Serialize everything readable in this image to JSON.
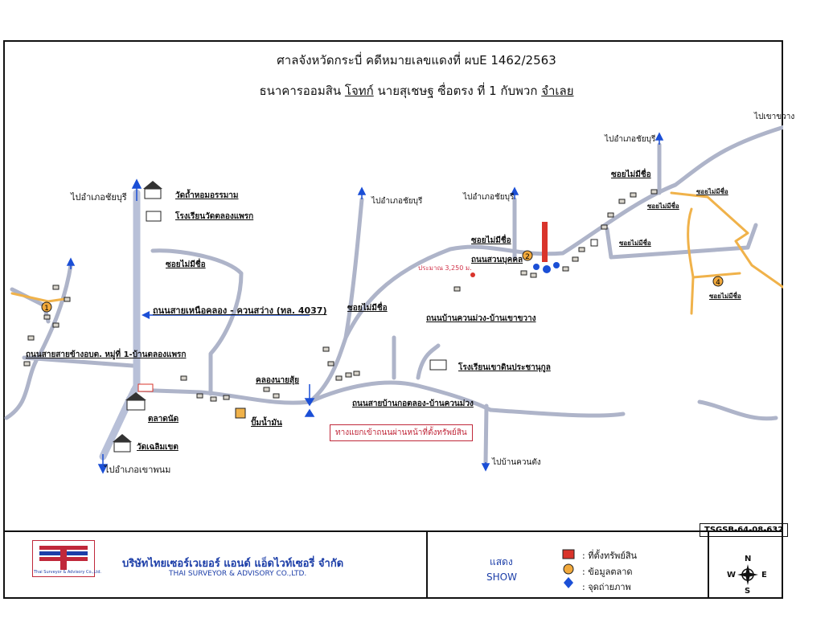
{
  "header": {
    "line1": "ศาลจังหวัดกระบี่ คดีหมายเลขแดงที่ ผบE 1462/2563",
    "line2_a": "ธนาคารออมสิน",
    "line2_b": "โจทก์",
    "line2_c": "นายสุเชษฐ ซื่อตรง ที่ 1 กับพวก",
    "line2_d": "จำเลย"
  },
  "labels": {
    "to_chaiburi_1": "ไปอำเภอชัยบุรี",
    "to_chaiburi_2": "ไปอำเภอชัยบุรี",
    "to_chaiburi_3": "ไปอำเภอชัยบุรี",
    "to_chaiburi_4": "ไปอำเภอชัยบุรี",
    "to_khaophanom": "ไปอำเภอเขาพนม",
    "to_khaokhwang": "ไปเขาขวาง",
    "to_ban_khuan_dang": "ไปบ้านควนตัง",
    "temple_1": "วัดถ้ำหอมอรรมาม",
    "school_1": "โรงเรียนวัดตลองแพรก",
    "soi_unnamed_1": "ซอยไม่มีชื่อ",
    "soi_unnamed_2": "ซอยไม่มีชื่อ",
    "soi_unnamed_3": "ซอยไม่มีชื่อ",
    "soi_unnamed_4": "ซอยไม่มีชื่อ",
    "soi_unnamed_5": "ซอยไม่มีชื่อ",
    "soi_unnamed_6": "ซอยไม่มีชื่อ",
    "soi_unnamed_7": "ซอยไม่มีชื่อ",
    "soi_unnamed_8": "ซอยไม่มีชื่อ",
    "main_road": "ถนนสายเหนือคลอง - ควนสว่าง (ทล. 4037)",
    "road_village": "ถนนสายสายข้างอบต. หมู่ที่ 1-บ้านตลองแพรก",
    "khlong": "คลองนายสุ้ย",
    "market": "ตลาดนัด",
    "temple_2": "วัดเฉลิมเขต",
    "gas_station": "ปั๊มน้ำมัน",
    "road_ban_klong": "ถนนสายบ้านกอตลอง-บ้านควนม่วง",
    "road_khuan_muang": "ถนนบ้านควนม่วง-บ้านเขาขวาง",
    "road_suan": "ถนนสวนบุคคล",
    "distance": "ประมาณ 3,250 ม.",
    "school_2": "โรงเรียนเขาดินประชานุกูล",
    "callout": "ทางแยกเข้าถนนผ่านหน้าที่ตั้งทรัพย์สิน",
    "code": "TSGSB-64-08-632"
  },
  "markers": {
    "m1": "1",
    "m2": "2",
    "m4": "4"
  },
  "footer": {
    "company_th": "บริษัทไทยเซอร์เวเยอร์ แอนด์ แอ็ดไวท์เซอรี่ จำกัด",
    "company_en": "THAI SURVEYOR & ADVISORY CO.,LTD.",
    "logo_text": "Thai Surveyor & Advisory Co.,Ltd.",
    "show_th": "แสดง",
    "show_en": "SHOW",
    "legend": [
      {
        "label": ": ที่ตั้งทรัพย์สิน",
        "color": "#d9342b"
      },
      {
        "label": ": ข้อมูลตลาด",
        "color": "#f2a93b"
      },
      {
        "label": ": จุดถ่ายภาพ",
        "color": "#1b4fd6"
      }
    ],
    "compass": {
      "n": "N",
      "s": "S",
      "e": "E",
      "w": "W"
    }
  },
  "colors": {
    "road": "#aeb4c9",
    "main_road": "#b8c0d8",
    "yellow_road": "#f0b24a",
    "arrow": "#1b4fd6",
    "property": "#d9342b"
  }
}
